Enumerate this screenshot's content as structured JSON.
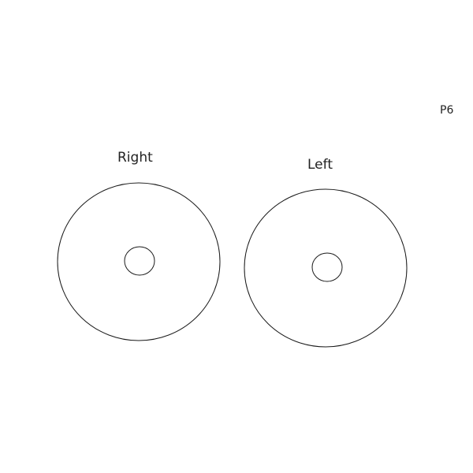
{
  "page_id": "P6",
  "diagrams": [
    {
      "label": "Right"
    },
    {
      "label": "Left"
    }
  ],
  "colors": {
    "stroke": "#1a1a1a",
    "text": "#222222",
    "background": "#ffffff"
  }
}
